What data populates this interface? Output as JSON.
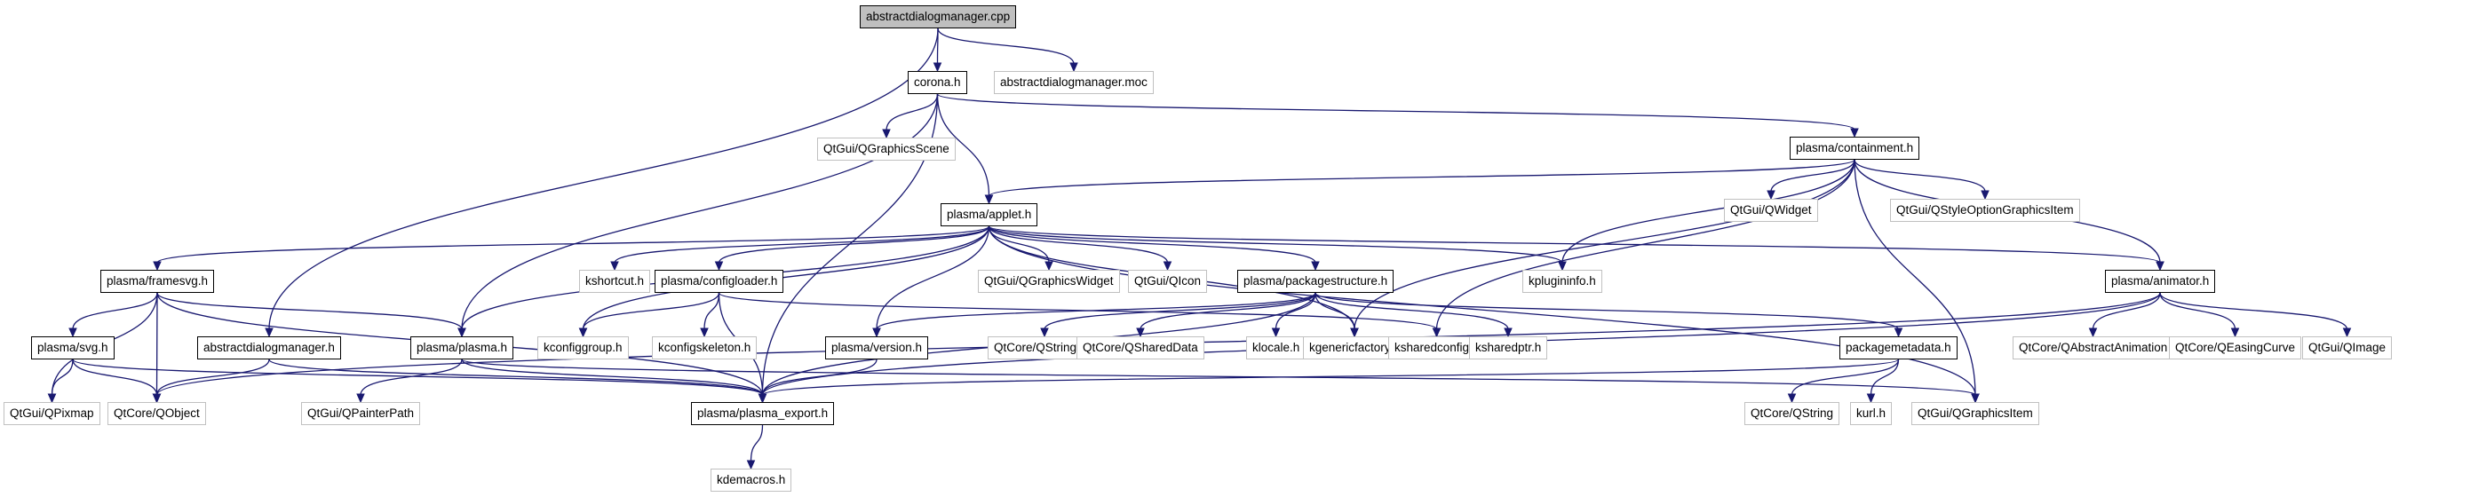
{
  "graph": {
    "title": "abstractdialogmanager.cpp include dependency graph",
    "edge_color": "#191970",
    "nodes": [
      {
        "id": "root",
        "label": "abstractdialogmanager.cpp",
        "kind": "root"
      },
      {
        "id": "corona",
        "label": "corona.h",
        "kind": "int"
      },
      {
        "id": "moc",
        "label": "abstractdialogmanager.moc",
        "kind": "ext"
      },
      {
        "id": "qgscene",
        "label": "QtGui/QGraphicsScene",
        "kind": "ext"
      },
      {
        "id": "containment",
        "label": "plasma/containment.h",
        "kind": "int"
      },
      {
        "id": "qwidget",
        "label": "QtGui/QWidget",
        "kind": "ext"
      },
      {
        "id": "qstyleopt",
        "label": "QtGui/QStyleOptionGraphicsItem",
        "kind": "ext"
      },
      {
        "id": "applet",
        "label": "plasma/applet.h",
        "kind": "int"
      },
      {
        "id": "framesvg",
        "label": "plasma/framesvg.h",
        "kind": "int"
      },
      {
        "id": "kshortcut",
        "label": "kshortcut.h",
        "kind": "ext"
      },
      {
        "id": "configloader",
        "label": "plasma/configloader.h",
        "kind": "int"
      },
      {
        "id": "qgwidget",
        "label": "QtGui/QGraphicsWidget",
        "kind": "ext"
      },
      {
        "id": "qicon",
        "label": "QtGui/QIcon",
        "kind": "ext"
      },
      {
        "id": "pkgstruct",
        "label": "plasma/packagestructure.h",
        "kind": "int"
      },
      {
        "id": "kplugininfo",
        "label": "kplugininfo.h",
        "kind": "ext"
      },
      {
        "id": "animator",
        "label": "plasma/animator.h",
        "kind": "int"
      },
      {
        "id": "svg",
        "label": "plasma/svg.h",
        "kind": "int"
      },
      {
        "id": "adm_h",
        "label": "abstractdialogmanager.h",
        "kind": "int"
      },
      {
        "id": "plasma_h",
        "label": "plasma/plasma.h",
        "kind": "int"
      },
      {
        "id": "kconfiggroup",
        "label": "kconfiggroup.h",
        "kind": "ext"
      },
      {
        "id": "kconfigskeleton",
        "label": "kconfigskeleton.h",
        "kind": "ext"
      },
      {
        "id": "version",
        "label": "plasma/version.h",
        "kind": "int"
      },
      {
        "id": "qstringlist",
        "label": "QtCore/QStringList",
        "kind": "ext"
      },
      {
        "id": "qshareddata",
        "label": "QtCore/QSharedData",
        "kind": "ext"
      },
      {
        "id": "klocale",
        "label": "klocale.h",
        "kind": "ext"
      },
      {
        "id": "kgenericfactory",
        "label": "kgenericfactory.h",
        "kind": "ext"
      },
      {
        "id": "ksharedconfig",
        "label": "ksharedconfig.h",
        "kind": "ext"
      },
      {
        "id": "ksharedptr",
        "label": "ksharedptr.h",
        "kind": "ext"
      },
      {
        "id": "pkgmeta",
        "label": "packagemetadata.h",
        "kind": "int"
      },
      {
        "id": "qabsanim",
        "label": "QtCore/QAbstractAnimation",
        "kind": "ext"
      },
      {
        "id": "qeasing",
        "label": "QtCore/QEasingCurve",
        "kind": "ext"
      },
      {
        "id": "qimage",
        "label": "QtGui/QImage",
        "kind": "ext"
      },
      {
        "id": "qpixmap",
        "label": "QtGui/QPixmap",
        "kind": "ext"
      },
      {
        "id": "qobject",
        "label": "QtCore/QObject",
        "kind": "ext"
      },
      {
        "id": "qpainterpath",
        "label": "QtGui/QPainterPath",
        "kind": "ext"
      },
      {
        "id": "export",
        "label": "plasma/plasma_export.h",
        "kind": "int"
      },
      {
        "id": "qstring",
        "label": "QtCore/QString",
        "kind": "ext"
      },
      {
        "id": "kurl",
        "label": "kurl.h",
        "kind": "ext"
      },
      {
        "id": "qgitem",
        "label": "QtGui/QGraphicsItem",
        "kind": "ext"
      },
      {
        "id": "kdemacros",
        "label": "kdemacros.h",
        "kind": "ext"
      }
    ],
    "edges": [
      [
        "root",
        "corona"
      ],
      [
        "root",
        "moc"
      ],
      [
        "root",
        "adm_h"
      ],
      [
        "corona",
        "qgscene"
      ],
      [
        "corona",
        "applet"
      ],
      [
        "corona",
        "containment"
      ],
      [
        "corona",
        "plasma_h"
      ],
      [
        "corona",
        "export"
      ],
      [
        "containment",
        "applet"
      ],
      [
        "containment",
        "qwidget"
      ],
      [
        "containment",
        "qstyleopt"
      ],
      [
        "containment",
        "animator"
      ],
      [
        "containment",
        "kplugininfo"
      ],
      [
        "containment",
        "ksharedconfig"
      ],
      [
        "containment",
        "kgenericfactory"
      ],
      [
        "containment",
        "qgitem"
      ],
      [
        "applet",
        "framesvg"
      ],
      [
        "applet",
        "kshortcut"
      ],
      [
        "applet",
        "configloader"
      ],
      [
        "applet",
        "qgwidget"
      ],
      [
        "applet",
        "qicon"
      ],
      [
        "applet",
        "pkgstruct"
      ],
      [
        "applet",
        "kplugininfo"
      ],
      [
        "applet",
        "animator"
      ],
      [
        "applet",
        "plasma_h"
      ],
      [
        "applet",
        "kconfiggroup"
      ],
      [
        "applet",
        "version"
      ],
      [
        "applet",
        "kgenericfactory"
      ],
      [
        "applet",
        "qgitem"
      ],
      [
        "framesvg",
        "svg"
      ],
      [
        "framesvg",
        "plasma_h"
      ],
      [
        "framesvg",
        "qobject"
      ],
      [
        "framesvg",
        "qpixmap"
      ],
      [
        "framesvg",
        "export"
      ],
      [
        "configloader",
        "kconfiggroup"
      ],
      [
        "configloader",
        "kconfigskeleton"
      ],
      [
        "configloader",
        "export"
      ],
      [
        "configloader",
        "ksharedconfig"
      ],
      [
        "pkgstruct",
        "version"
      ],
      [
        "pkgstruct",
        "qstringlist"
      ],
      [
        "pkgstruct",
        "qshareddata"
      ],
      [
        "pkgstruct",
        "klocale"
      ],
      [
        "pkgstruct",
        "kgenericfactory"
      ],
      [
        "pkgstruct",
        "ksharedptr"
      ],
      [
        "pkgstruct",
        "pkgmeta"
      ],
      [
        "pkgstruct",
        "export"
      ],
      [
        "animator",
        "qabsanim"
      ],
      [
        "animator",
        "qeasing"
      ],
      [
        "animator",
        "qimage"
      ],
      [
        "animator",
        "qobject"
      ],
      [
        "animator",
        "export"
      ],
      [
        "svg",
        "qpixmap"
      ],
      [
        "svg",
        "qobject"
      ],
      [
        "svg",
        "export"
      ],
      [
        "adm_h",
        "qobject"
      ],
      [
        "adm_h",
        "export"
      ],
      [
        "plasma_h",
        "qpainterpath"
      ],
      [
        "plasma_h",
        "export"
      ],
      [
        "plasma_h",
        "qgitem"
      ],
      [
        "version",
        "export"
      ],
      [
        "pkgmeta",
        "qstring"
      ],
      [
        "pkgmeta",
        "kurl"
      ],
      [
        "pkgmeta",
        "export"
      ],
      [
        "export",
        "kdemacros"
      ]
    ]
  }
}
